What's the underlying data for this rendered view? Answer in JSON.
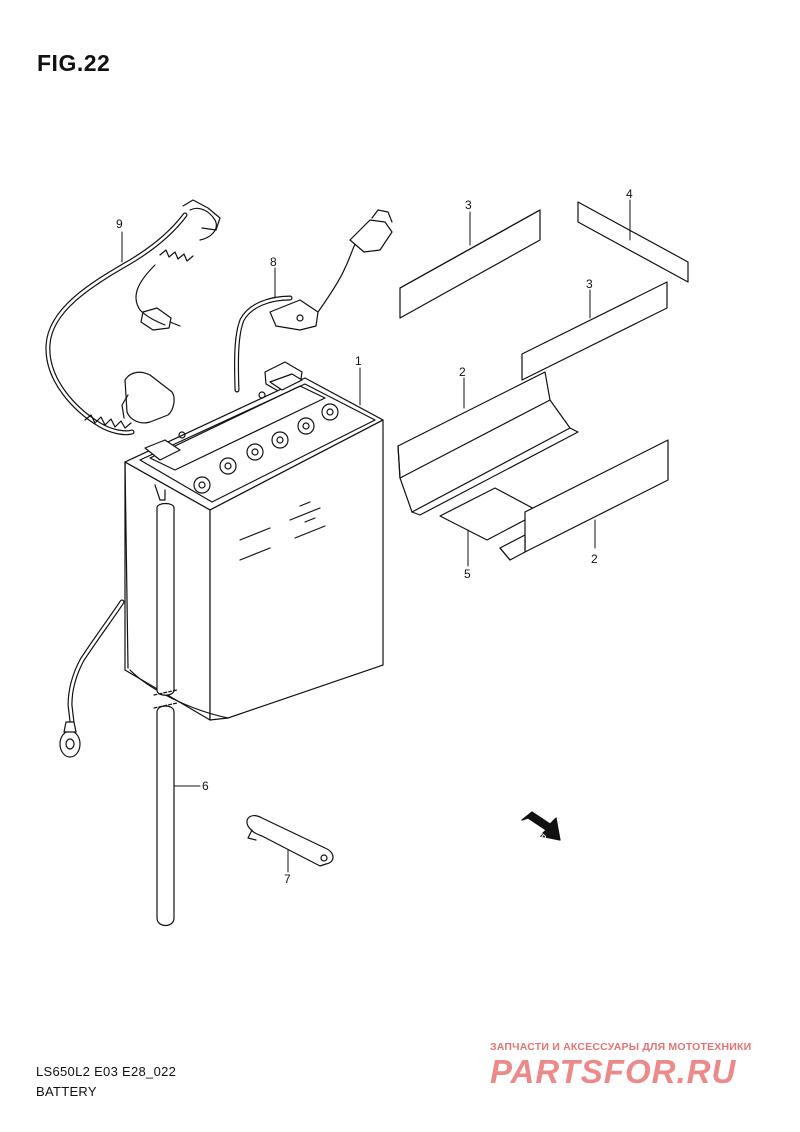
{
  "figure": {
    "title": "FIG.22"
  },
  "footer": {
    "model_code": "LS650L2 E03 E28_022",
    "section_name": "BATTERY"
  },
  "watermark": {
    "tagline": "ЗАПЧАСТИ И АКСЕССУАРЫ ДЛЯ МОТОТЕХНИКИ",
    "brand": "PARTSFOR.RU"
  },
  "parts": [
    {
      "ref": "1",
      "part": "battery"
    },
    {
      "ref": "2",
      "part": "battery-case-spacer-front"
    },
    {
      "ref": "2",
      "part": "battery-case-spacer-rear"
    },
    {
      "ref": "3",
      "part": "cushion-upper"
    },
    {
      "ref": "3",
      "part": "cushion-side"
    },
    {
      "ref": "4",
      "part": "cushion-top"
    },
    {
      "ref": "5",
      "part": "bottom-plate"
    },
    {
      "ref": "6",
      "part": "breather-hose"
    },
    {
      "ref": "7",
      "part": "battery-bracket"
    },
    {
      "ref": "8",
      "part": "positive-cable"
    },
    {
      "ref": "9",
      "part": "negative-cable"
    }
  ],
  "direction_marker": {
    "label": "FWD",
    "icon": "fwd-arrow-icon"
  }
}
